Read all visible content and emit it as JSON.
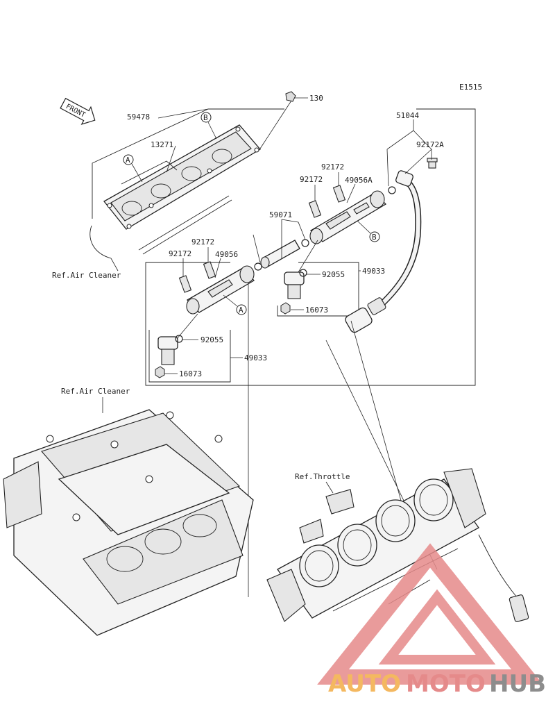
{
  "figure_code": "E1515",
  "front_label": "FRONT",
  "labels": {
    "p130": "130",
    "p59478": "59478",
    "p13271": "13271",
    "p51044": "51044",
    "p92172A": "92172A",
    "p92172_upper_right": "92172",
    "p92172_mid_right": "92172",
    "p49056A": "49056A",
    "p59071": "59071",
    "p92055_right": "92055",
    "p49033_right": "49033",
    "p16073_right": "16073",
    "p92172_left_a": "92172",
    "p92172_left_b": "92172",
    "p49056": "49056",
    "p92055_left": "92055",
    "p49033_left": "49033",
    "p16073_left": "16073"
  },
  "callouts": {
    "A_top": "A",
    "B_top": "B",
    "A_rail": "A",
    "B_rail": "B"
  },
  "refs": {
    "air_cleaner_top": "Ref.Air Cleaner",
    "air_cleaner_bottom": "Ref.Air Cleaner",
    "throttle": "Ref.Throttle"
  },
  "watermark": {
    "auto": "AUTO",
    "moto": "MOTO",
    "hub": "HUB",
    "colors": {
      "auto": "#f4b860",
      "moto": "#e58a8a",
      "hub": "#8d8d8d"
    }
  }
}
